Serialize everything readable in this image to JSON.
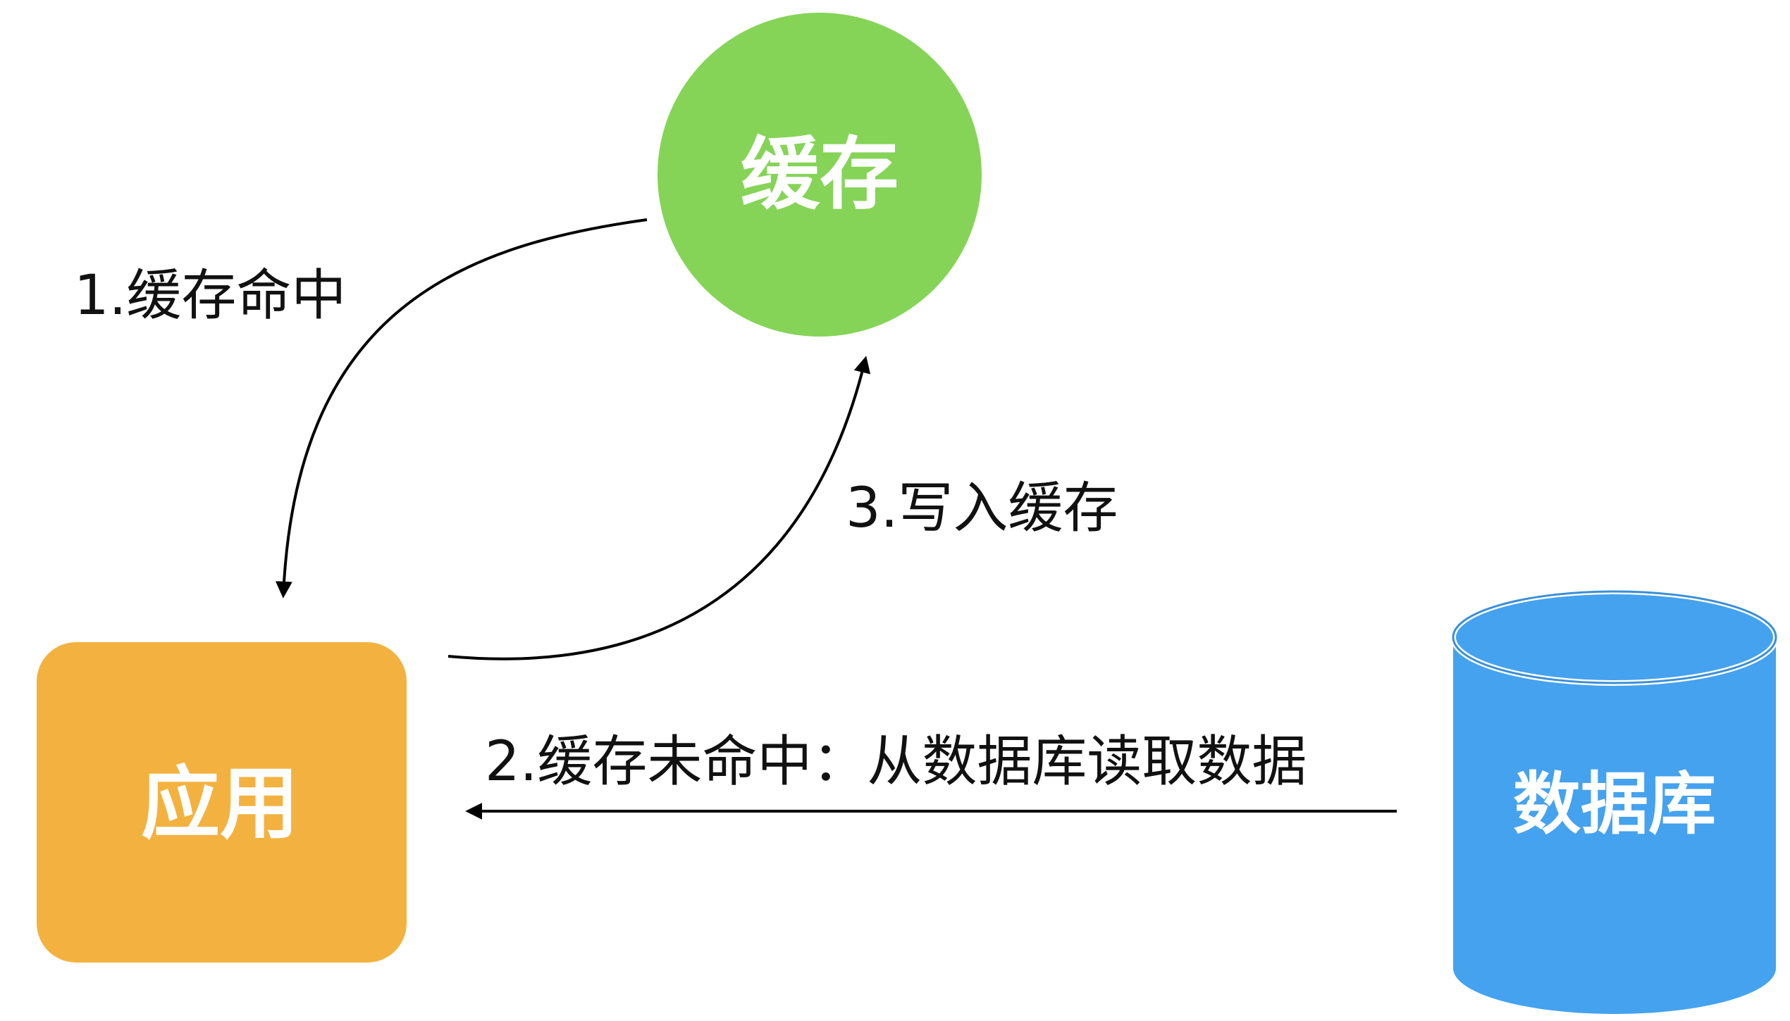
{
  "nodes": {
    "cache": {
      "label": "缓存",
      "color": "#85d457"
    },
    "app": {
      "label": "应用",
      "color": "#f3b23f"
    },
    "database": {
      "label": "数据库",
      "color": "#45a2ee",
      "top_color": "#ffffff"
    }
  },
  "edges": {
    "cache_hit": {
      "label": "1.缓存命中"
    },
    "cache_miss": {
      "label": "2.缓存未命中：从数据库读取数据"
    },
    "write_cache": {
      "label": "3.写入缓存"
    }
  },
  "colors": {
    "arrow": "#000000"
  }
}
